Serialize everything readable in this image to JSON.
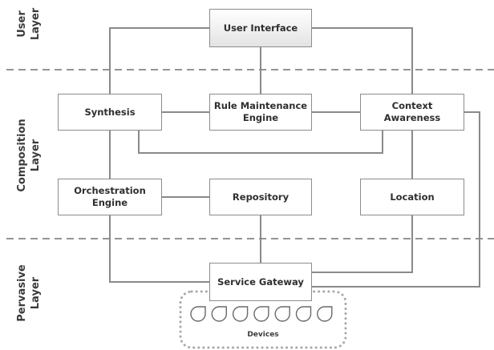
{
  "layers": {
    "user": "User\nLayer",
    "composition": "Composition\nLayer",
    "pervasive": "Pervasive\nLayer"
  },
  "nodes": {
    "user_interface": "User Interface",
    "synthesis": "Synthesis",
    "rule_engine": "Rule Maintenance\nEngine",
    "context_awareness": "Context\nAwareness",
    "orchestration": "Orchestration\nEngine",
    "repository": "Repository",
    "location": "Location",
    "service_gateway": "Service Gateway"
  },
  "devices": {
    "label": "Devices",
    "count": 7
  }
}
